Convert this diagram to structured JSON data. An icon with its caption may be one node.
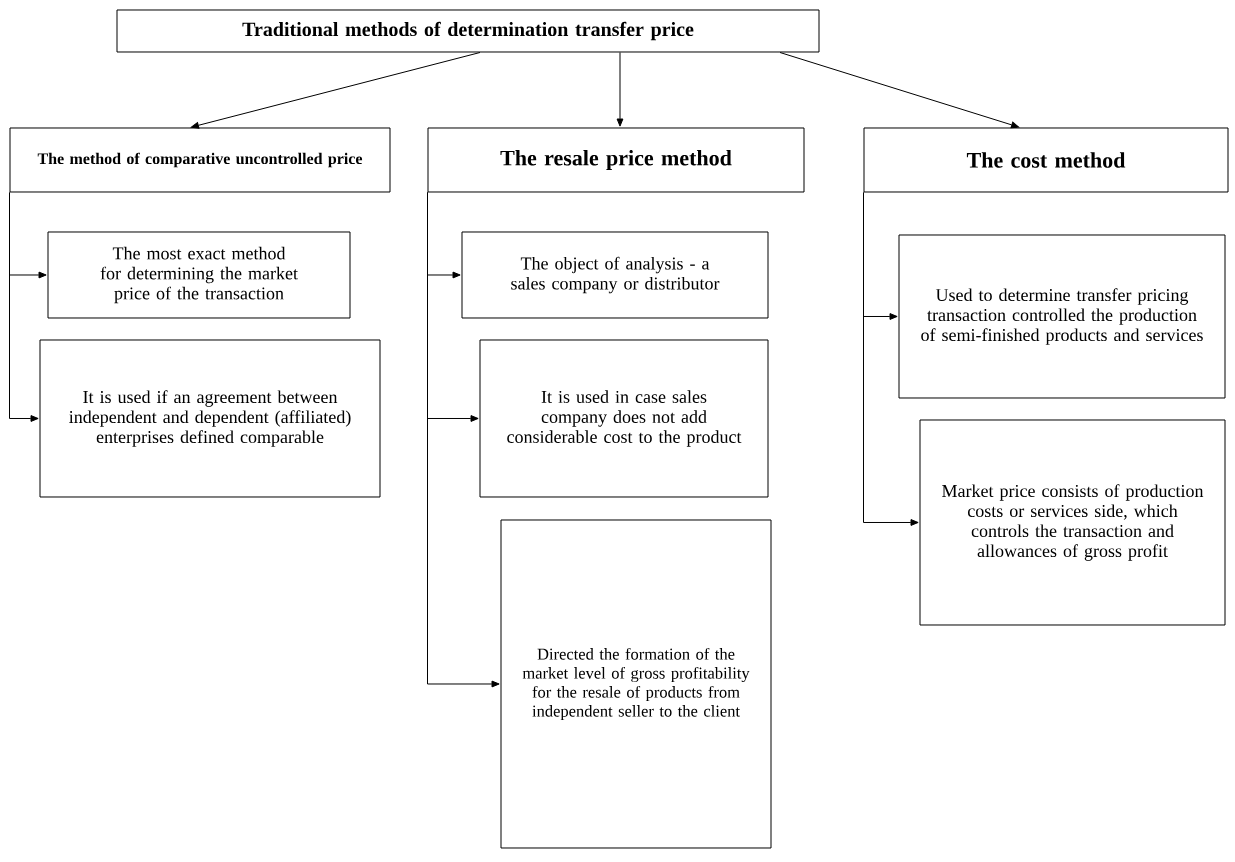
{
  "diagram": {
    "nodes": [
      {
        "text": [
          "Traditional methods of determination transfer price"
        ]
      },
      {
        "text": [
          "The method of comparative uncontrolled price"
        ]
      },
      {
        "text": [
          "The resale price method"
        ]
      },
      {
        "text": [
          "The cost method"
        ]
      },
      {
        "text": [
          "The most exact method for determining the market price of the transaction"
        ]
      },
      {
        "text": [
          "It is used if an agreement between independent and dependent (affiliated) enterprises defined comparable"
        ]
      },
      {
        "text": [
          "The object of analysis - a sales company or distributor"
        ]
      },
      {
        "text": [
          "It is used in case sales company does not add considerable cost to the product"
        ]
      },
      {
        "text": [
          "Directed the formation of the market level of gross profitability for the resale of products from independent seller to the client"
        ]
      },
      {
        "text": [
          "Used to determine transfer pricing transaction controlled the production of semi-finished products and services"
        ]
      },
      {
        "text": [
          "Market price consists of production costs or services side, which controls the transaction and allowances of gross profit"
        ]
      }
    ],
    "edges": [
      {
        "from": 0,
        "to": 1,
        "arrow": "to"
      },
      {
        "from": 0,
        "to": 2,
        "arrow": "to"
      },
      {
        "from": 0,
        "to": 3,
        "arrow": "to"
      },
      {
        "from": 1,
        "to": 4,
        "arrow": "to"
      },
      {
        "from": 1,
        "to": 5,
        "arrow": "to"
      },
      {
        "from": 2,
        "to": 6,
        "arrow": "to"
      },
      {
        "from": 2,
        "to": 7,
        "arrow": "to"
      },
      {
        "from": 2,
        "to": 8,
        "arrow": "to"
      },
      {
        "from": 3,
        "to": 9,
        "arrow": "to"
      },
      {
        "from": 3,
        "to": 10,
        "arrow": "to"
      }
    ]
  }
}
